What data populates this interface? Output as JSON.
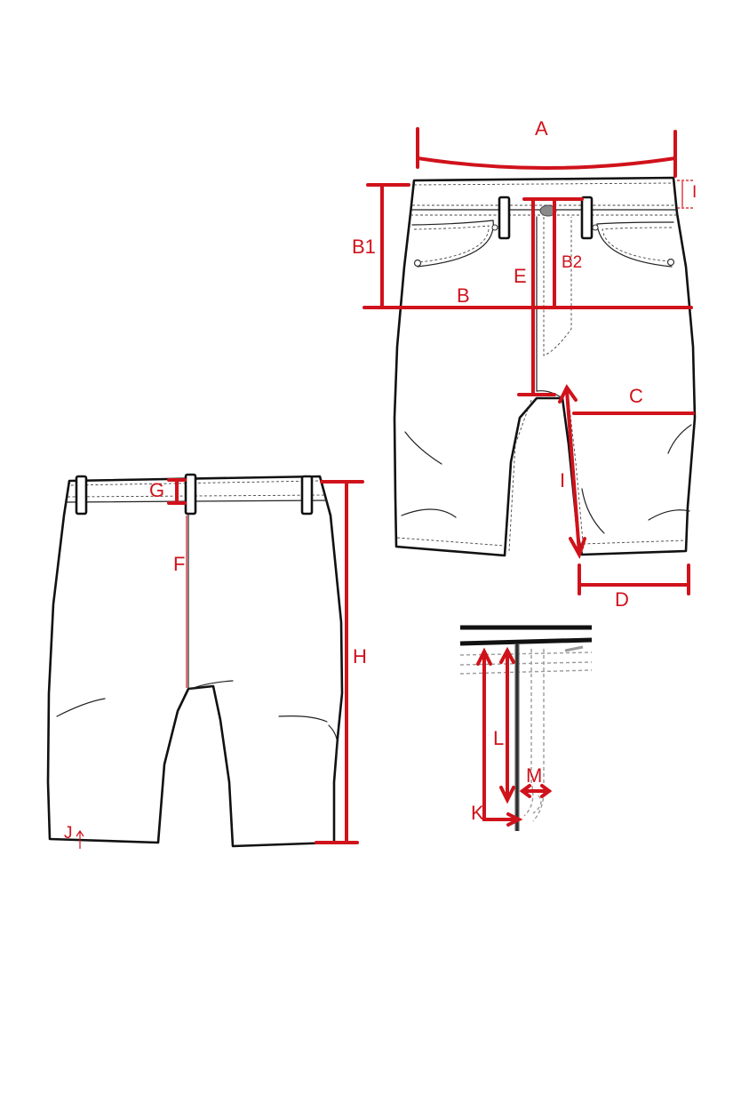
{
  "labels": {
    "A": "A",
    "I_top": "I",
    "B1": "B1",
    "B2": "B2",
    "E": "E",
    "B": "B",
    "C": "C",
    "I_inseam": "I",
    "D": "D",
    "G": "G",
    "F": "F",
    "H": "H",
    "J": "J",
    "L": "L",
    "M": "M",
    "K": "K"
  },
  "colors": {
    "measurement_red": "#d0121b",
    "outline_black": "#111111",
    "stitch_grey": "#9a9a9a"
  }
}
